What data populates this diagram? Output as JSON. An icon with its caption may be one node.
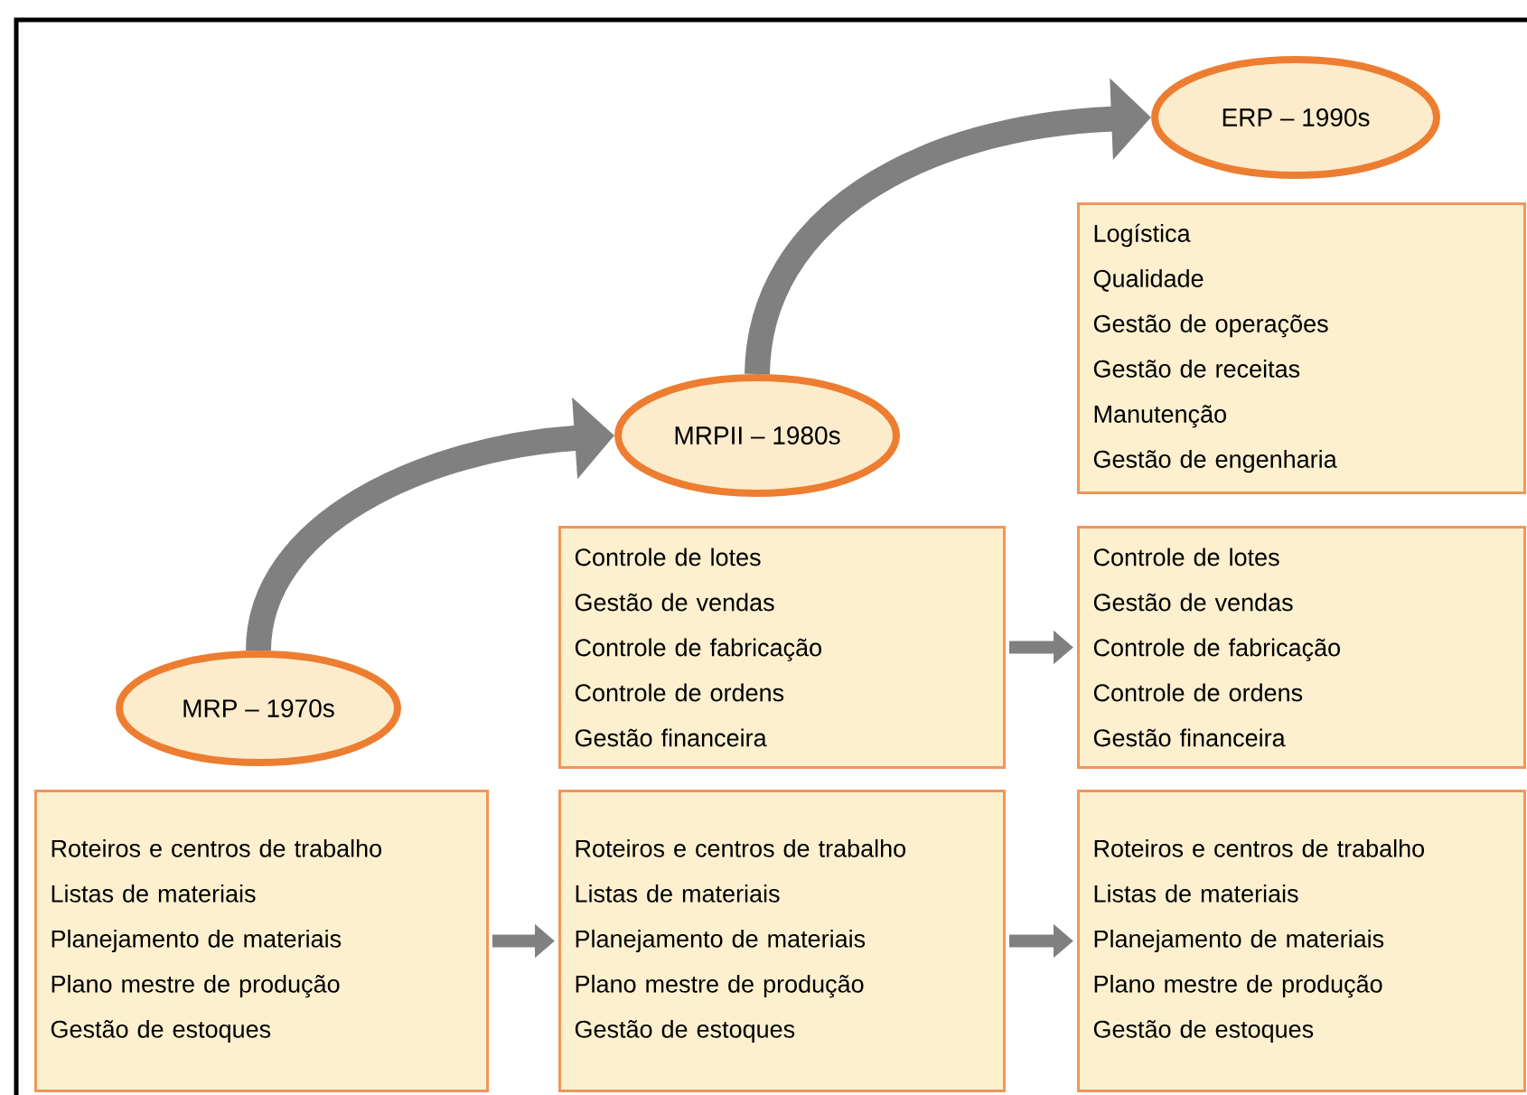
{
  "diagram": {
    "nodes": [
      {
        "text": [
          "ERP – 1990s"
        ]
      },
      {
        "text": [
          "Logística",
          "Qualidade",
          "Gestão de operações",
          "Gestão de receitas",
          "Manutenção",
          "Gestão de engenharia"
        ]
      },
      {
        "text": [
          "MRPII – 1980s"
        ]
      },
      {
        "text": [
          "Controle de lotes",
          "Gestão de vendas",
          "Controle de fabricação",
          "Controle de ordens",
          "Gestão financeira"
        ]
      },
      {
        "text": [
          "Controle de lotes",
          "Gestão de vendas",
          "Controle de fabricação",
          "Controle de ordens",
          "Gestão financeira"
        ]
      },
      {
        "text": [
          "MRP – 1970s"
        ]
      },
      {
        "text": [
          "Roteiros e centros de trabalho",
          "Listas de materiais",
          "Planejamento de materiais",
          "Plano mestre de produção",
          "Gestão de estoques"
        ]
      },
      {
        "text": [
          "Roteiros e centros de trabalho",
          "Listas de materiais",
          "Planejamento de materiais",
          "Plano mestre de produção",
          "Gestão de estoques"
        ]
      },
      {
        "text": [
          "Roteiros e centros de trabalho",
          "Listas de materiais",
          "Planejamento de materiais",
          "Plano mestre de produção",
          "Gestão de estoques"
        ]
      }
    ],
    "edges": [
      {
        "from": 5,
        "to": 2,
        "arrow": "to",
        "style": "thick"
      },
      {
        "from": 2,
        "to": 0,
        "arrow": "to",
        "style": "thick"
      },
      {
        "from": 3,
        "to": 4,
        "arrow": "to"
      },
      {
        "from": 6,
        "to": 7,
        "arrow": "to"
      },
      {
        "from": 7,
        "to": 8,
        "arrow": "to"
      }
    ]
  }
}
